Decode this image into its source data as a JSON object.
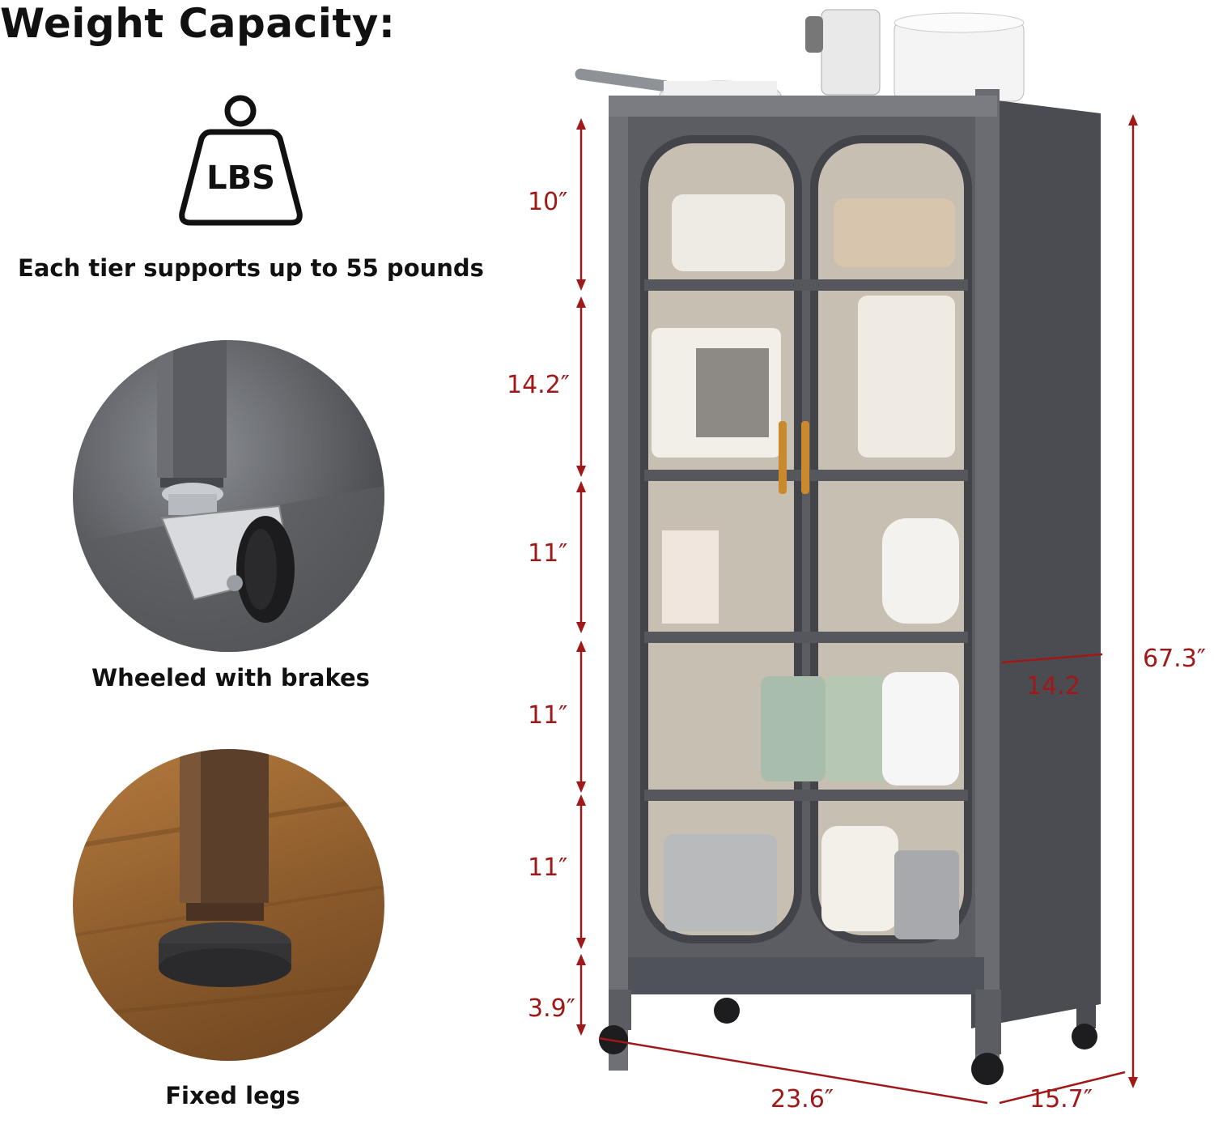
{
  "header": {
    "title": "Weight Capacity:"
  },
  "weight_badge": {
    "icon": "weight-icon",
    "label": "LBS"
  },
  "features": {
    "tier_support": "Each tier supports up to 55 pounds",
    "wheels": "Wheeled with brakes",
    "legs": "Fixed legs"
  },
  "dimensions": {
    "tier_1": "10″",
    "tier_2": "14.2″",
    "tier_3": "11″",
    "tier_4": "11″",
    "tier_5": "11″",
    "base": "3.9″",
    "total_height": "67.3″",
    "inner_depth": "14.2",
    "width": "23.6″",
    "depth": "15.7″"
  },
  "colors": {
    "dimension": "#a01818",
    "cabinet": "#55575d",
    "cabinet_dark": "#3f4146",
    "handle": "#c98a2e"
  }
}
